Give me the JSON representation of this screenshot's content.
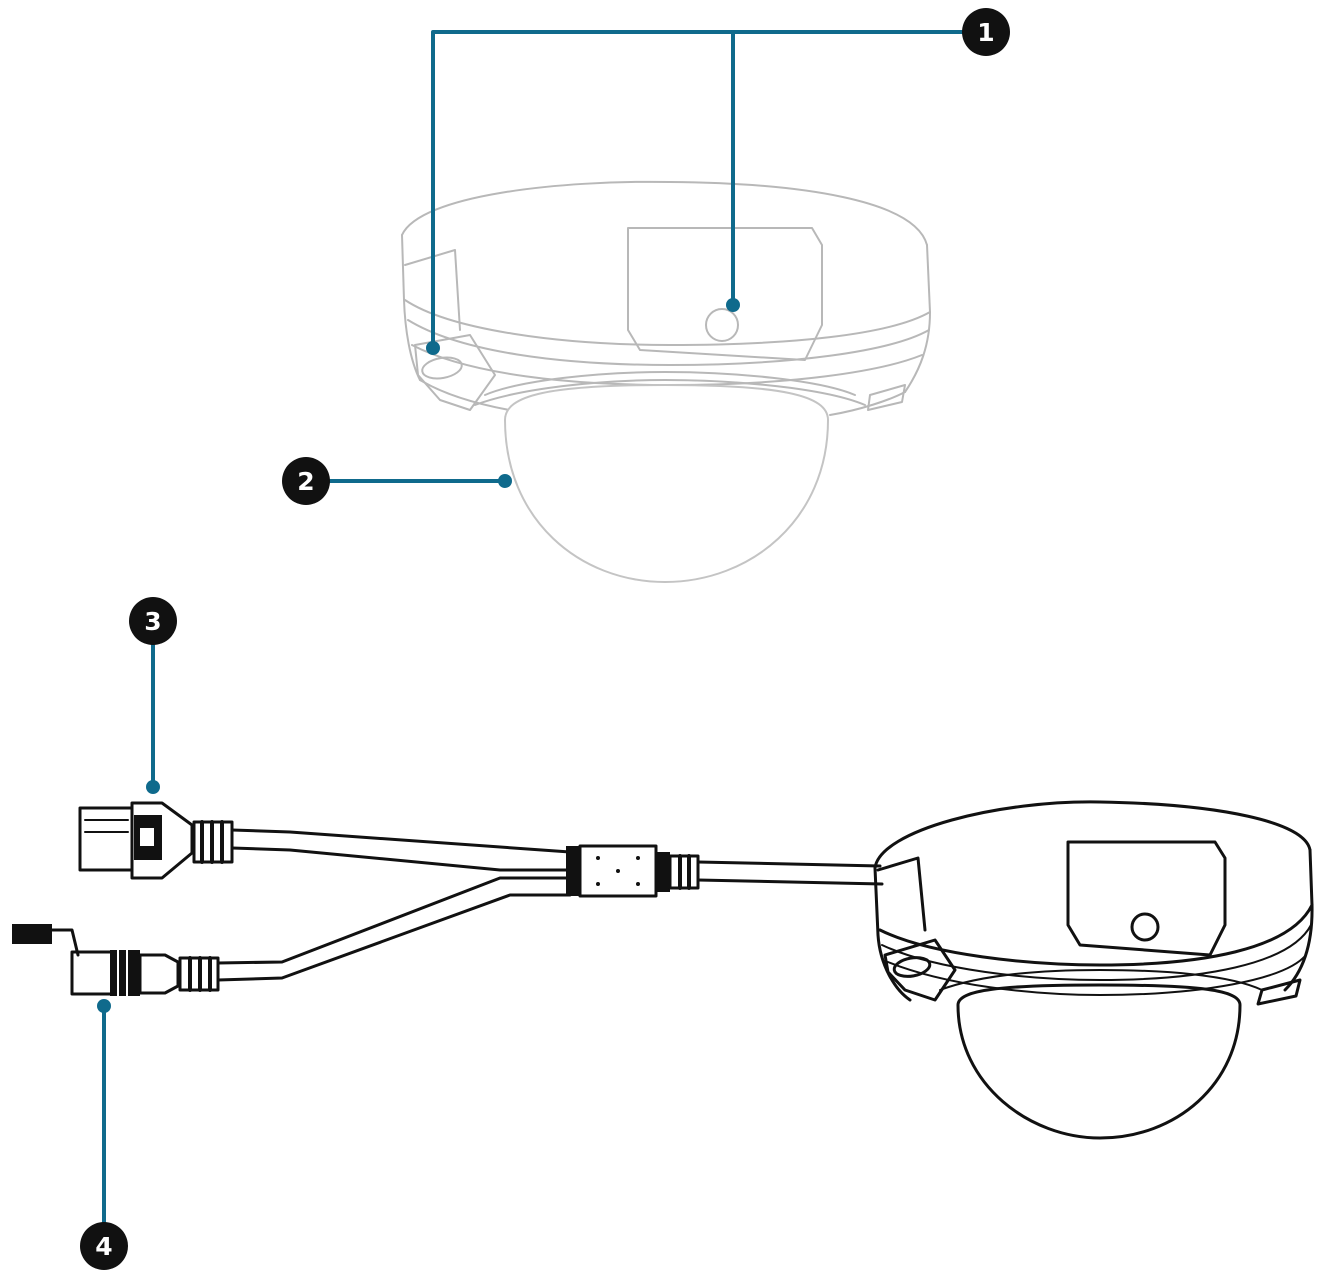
{
  "colors": {
    "leader": "#0f6a8c",
    "badge": "#111111",
    "badge_text": "#ffffff",
    "drawing": "#111111",
    "drawing_faint": "#b8b8b8"
  },
  "callouts": [
    {
      "id": "1",
      "label": "1"
    },
    {
      "id": "2",
      "label": "2"
    },
    {
      "id": "3",
      "label": "3"
    },
    {
      "id": "4",
      "label": "4"
    }
  ]
}
